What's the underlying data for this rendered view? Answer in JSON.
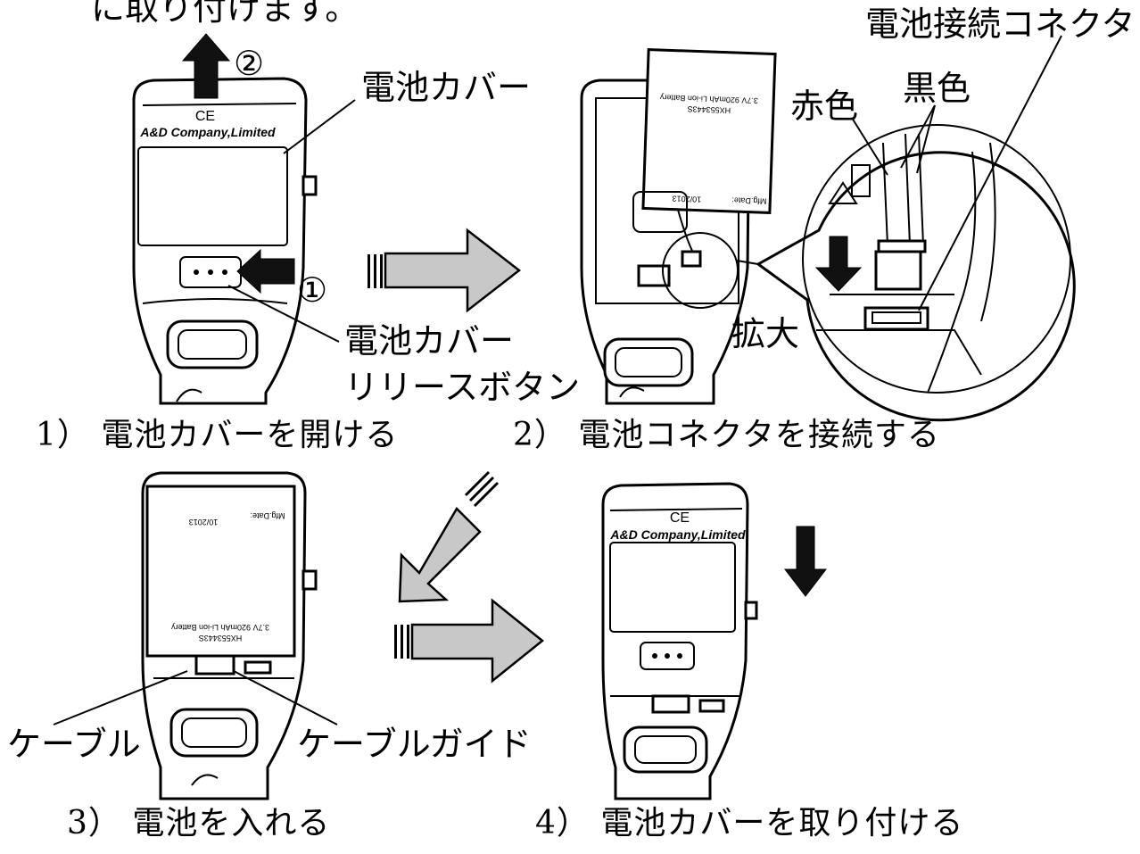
{
  "top_fragment": "に取り付けます。",
  "circled_one": "①",
  "circled_two": "②",
  "brand_text": "A&D Company,Limited",
  "ce_mark": "CE",
  "battery_label": {
    "model": "HX553443S",
    "spec": "3.7V 920mAh Li-ion Battery",
    "date": "10/2013",
    "mfg": "Mfg.Date:"
  },
  "labels": {
    "battery_cover": "電池カバー",
    "release_button_line1": "電池カバー",
    "release_button_line2": "リリースボタン",
    "connector": "電池接続コネクタ",
    "red": "赤色",
    "black": "黒色",
    "magnify": "拡大",
    "cable": "ケーブル",
    "cable_guide": "ケーブルガイド"
  },
  "steps": [
    {
      "caption": "1） 電池カバーを開ける"
    },
    {
      "caption": "2） 電池コネクタを接続する"
    },
    {
      "caption": "3） 電池を入れる"
    },
    {
      "caption": "4） 電池カバーを取り付ける"
    }
  ]
}
